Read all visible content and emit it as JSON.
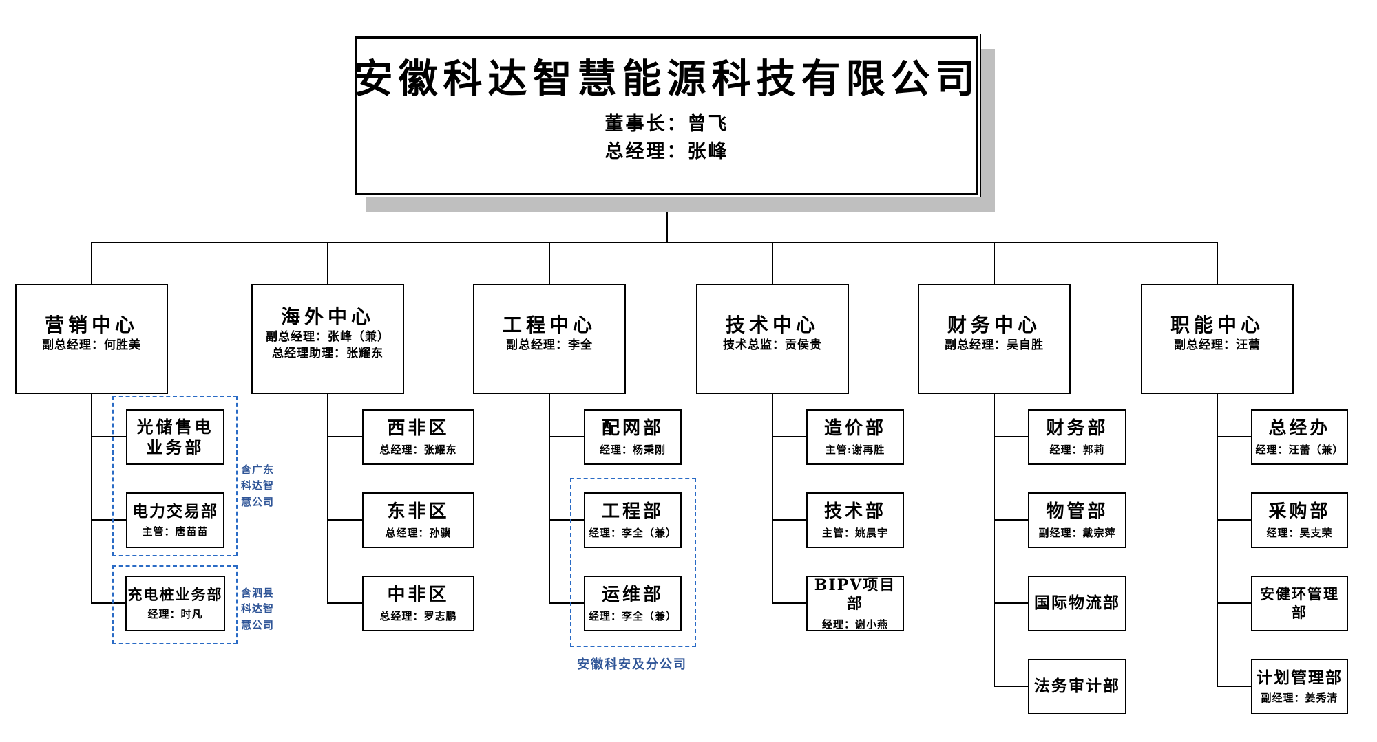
{
  "colors": {
    "line": "#000000",
    "box_border": "#000000",
    "root_shadow": "#bfbfbf",
    "dashed_group_blue": "#2a6bc5",
    "annotation_blue": "#2f5597",
    "background": "#ffffff"
  },
  "root": {
    "company_name": "安徽科达智慧能源科技有限公司",
    "chairman_line": "董事长：曾飞",
    "gm_line": "总经理：张峰"
  },
  "centers": [
    {
      "name": "营销中心",
      "leaders": [
        "副总经理：何胜美"
      ]
    },
    {
      "name": "海外中心",
      "leaders": [
        "副总经理：张峰（兼）",
        "总经理助理：张耀东"
      ]
    },
    {
      "name": "工程中心",
      "leaders": [
        "副总经理：李全"
      ]
    },
    {
      "name": "技术中心",
      "leaders": [
        "技术总监：贡侯贵"
      ]
    },
    {
      "name": "财务中心",
      "leaders": [
        "副总经理：吴自胜"
      ]
    },
    {
      "name": "职能中心",
      "leaders": [
        "副总经理：汪蕾"
      ]
    }
  ],
  "departments": {
    "marketing": [
      {
        "name": "光储售电\n业务部",
        "leader": ""
      },
      {
        "name": "电力交易部",
        "leader": "主管：唐苗苗"
      },
      {
        "name": "充电桩业务部",
        "leader": "经理：时凡"
      }
    ],
    "overseas": [
      {
        "name": "西非区",
        "leader": "总经理：张耀东"
      },
      {
        "name": "东非区",
        "leader": "总经理：孙骥"
      },
      {
        "name": "中非区",
        "leader": "总经理：罗志鹏"
      }
    ],
    "engineering": [
      {
        "name": "配网部",
        "leader": "经理：杨秉刚"
      },
      {
        "name": "工程部",
        "leader": "经理：李全（兼）"
      },
      {
        "name": "运维部",
        "leader": "经理：李全（兼）"
      }
    ],
    "technology": [
      {
        "name": "造价部",
        "leader": "主管:谢再胜"
      },
      {
        "name": "技术部",
        "leader": "主管：姚晨宇"
      },
      {
        "name": "BIPV项目部",
        "leader": "经理：谢小燕"
      }
    ],
    "finance": [
      {
        "name": "财务部",
        "leader": "经理：郭莉"
      },
      {
        "name": "物管部",
        "leader": "副经理：戴宗萍"
      },
      {
        "name": "国际物流部",
        "leader": ""
      },
      {
        "name": "法务审计部",
        "leader": ""
      }
    ],
    "functional": [
      {
        "name": "总经办",
        "leader": "经理：汪蕾（兼）"
      },
      {
        "name": "采购部",
        "leader": "经理：吴支荣"
      },
      {
        "name": "安健环管理部",
        "leader": ""
      },
      {
        "name": "计划管理部",
        "leader": "副经理：姜秀清"
      }
    ]
  },
  "annotations": {
    "guangdong": "含广东\n科达智\n慧公司",
    "sixian": "含泗县\n科达智\n慧公司",
    "anhui_kean": "安徽科安及分公司"
  }
}
